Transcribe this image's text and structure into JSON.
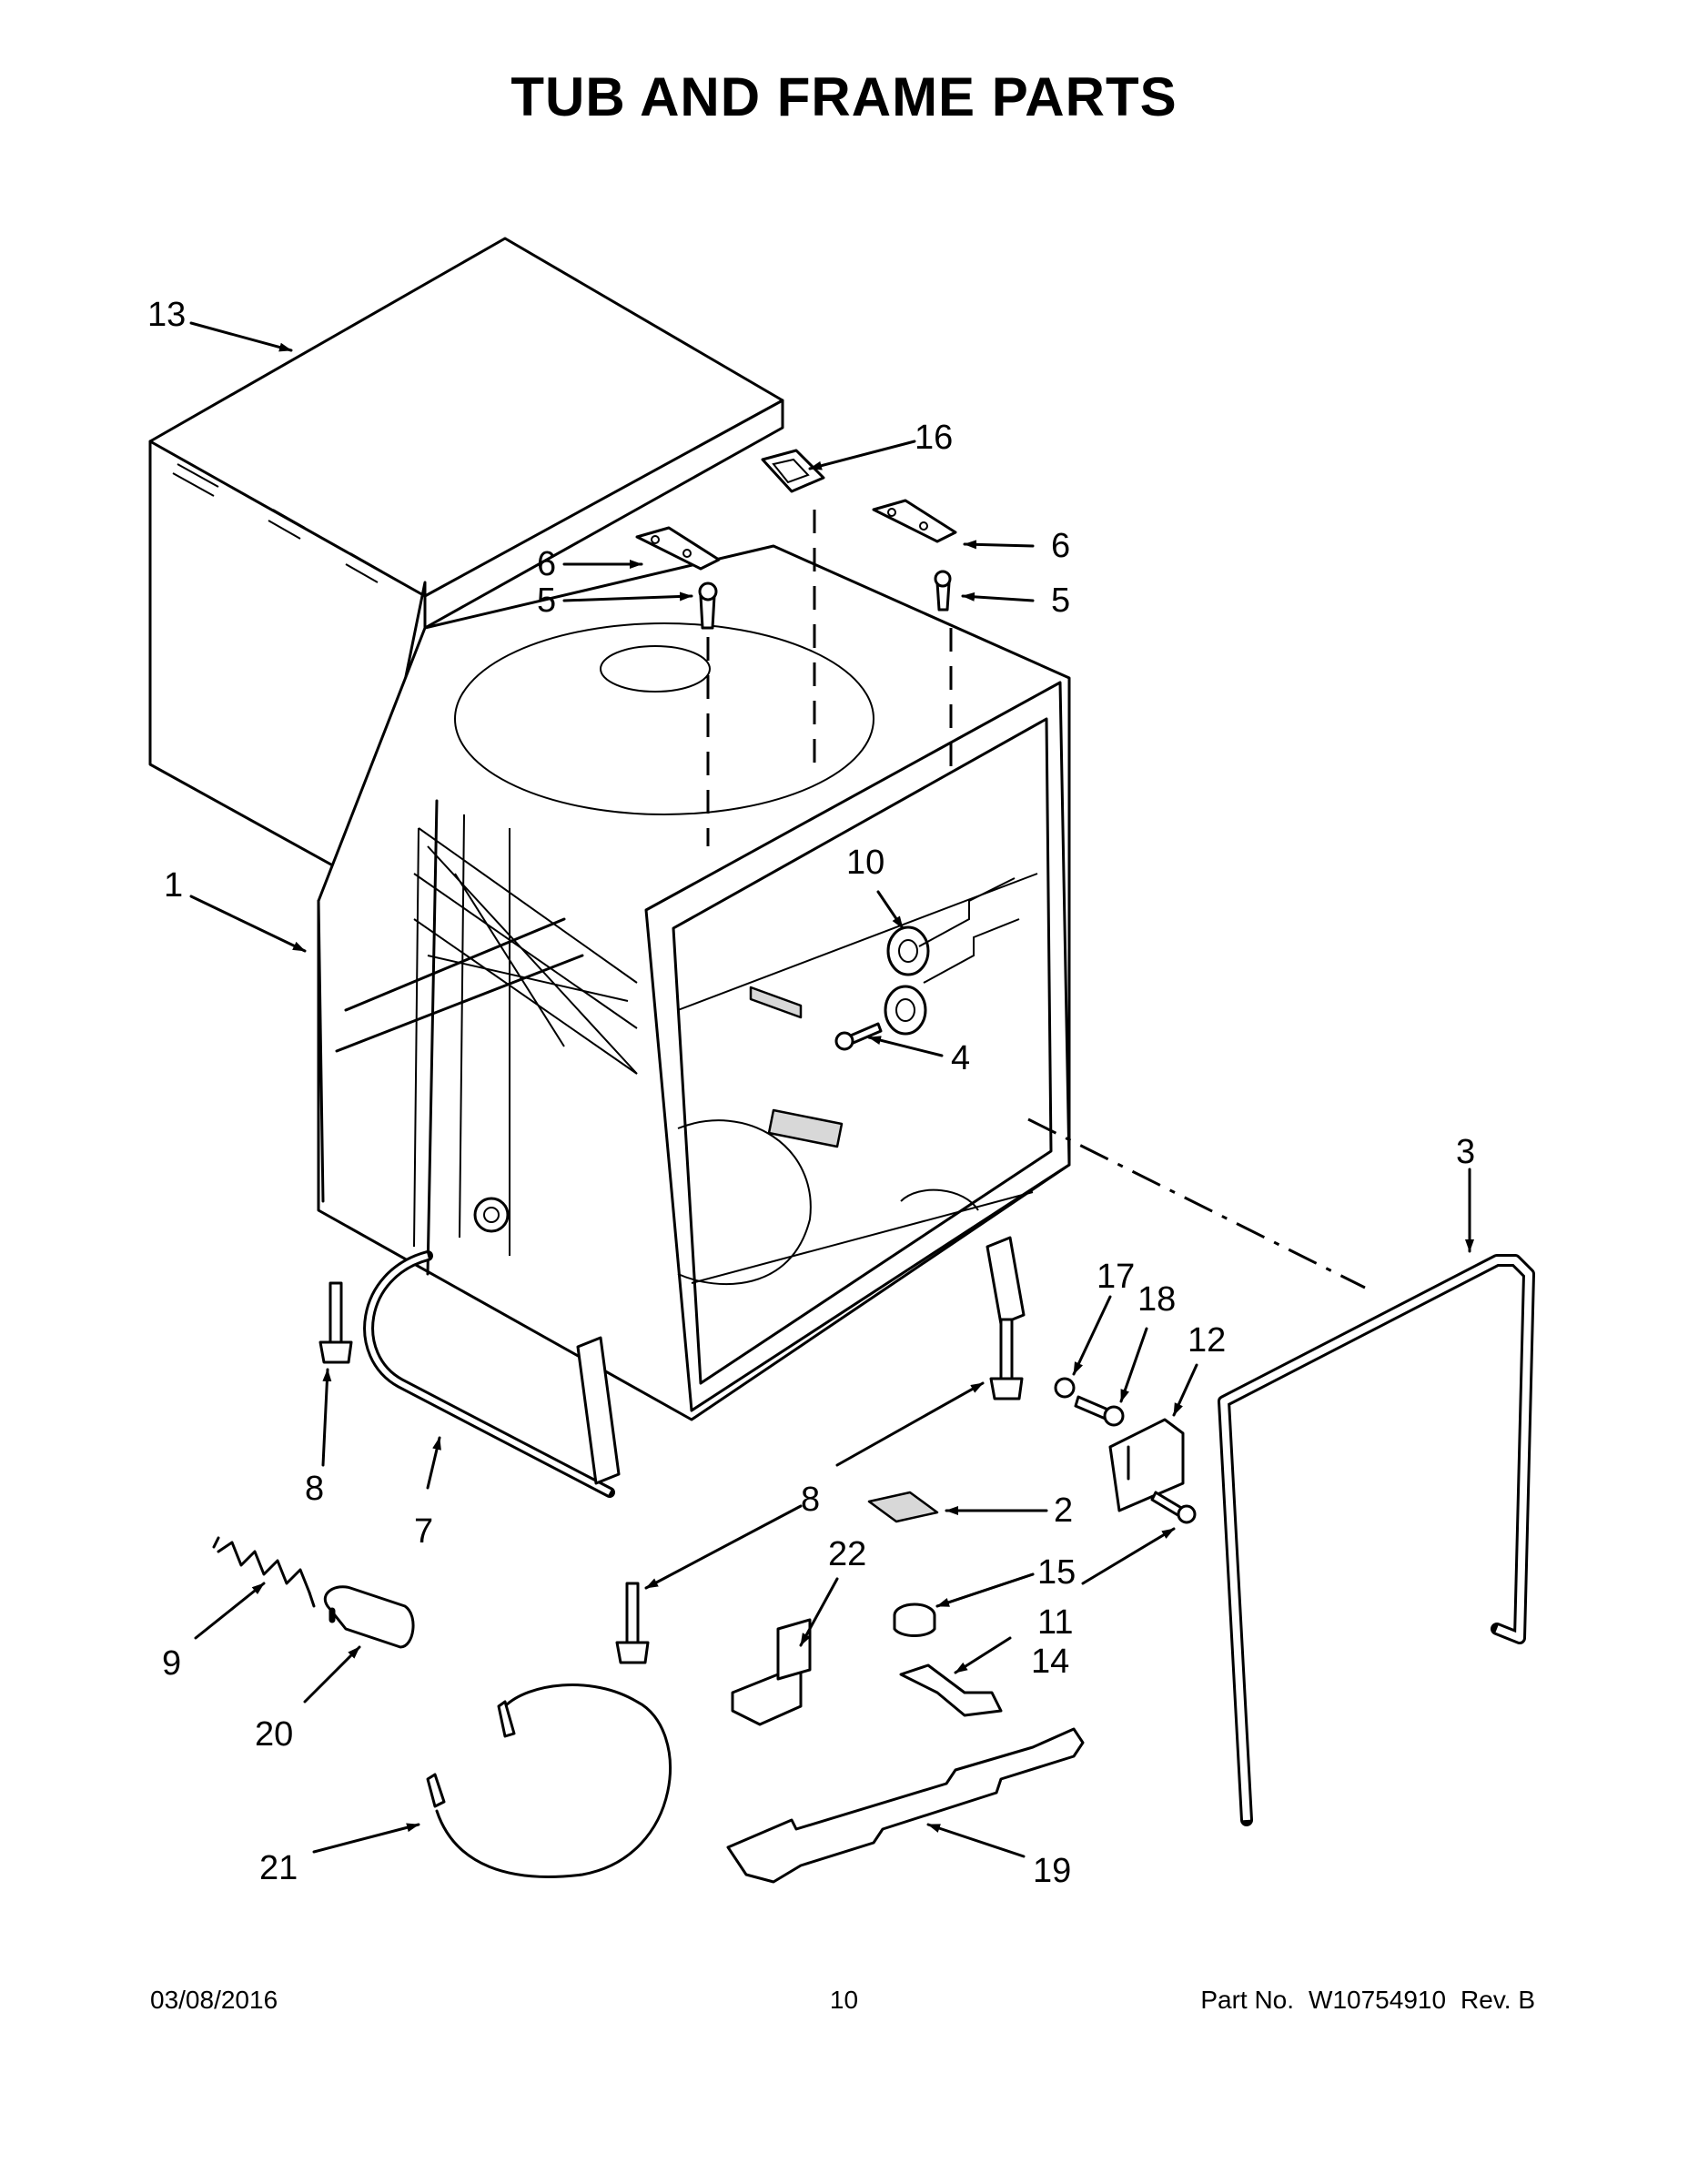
{
  "title": "TUB AND FRAME PARTS",
  "callouts": {
    "c13": "13",
    "c16": "16",
    "c6a": "6",
    "c6b": "6",
    "c5a": "5",
    "c5b": "5",
    "c1": "1",
    "c10": "10",
    "c4": "4",
    "c3": "3",
    "c17": "17",
    "c18": "18",
    "c12": "12",
    "c8a": "8",
    "c8b": "8",
    "c7": "7",
    "c2": "2",
    "c22": "22",
    "c15": "15",
    "c11": "11",
    "c14": "14",
    "c9": "9",
    "c20": "20",
    "c21": "21",
    "c19": "19"
  },
  "footer": {
    "date": "03/08/2016",
    "page": "10",
    "part_label": "Part No.",
    "part_number": "W10754910",
    "revision": "Rev.  B"
  }
}
